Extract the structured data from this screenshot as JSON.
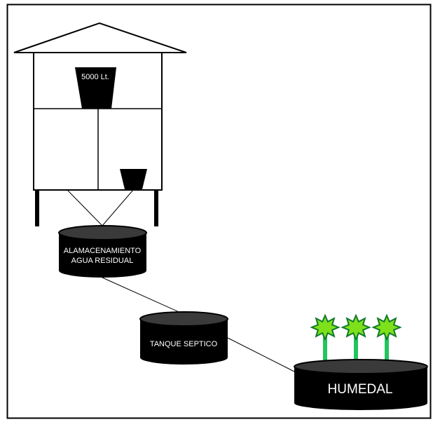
{
  "diagram": {
    "tank_label": "5000 Lt.",
    "storage_label_line1": "ALAMACENAMIENTO",
    "storage_label_line2": "AGUA RESIDUAL",
    "septic_label": "TANQUE SEPTICO",
    "wetland_label": "HUMEDAL",
    "colors": {
      "line": "#000000",
      "fill": "#000000",
      "cylinder_top": "#3a3a3a",
      "plant_stem": "#22c55e",
      "plant_flower": "#7ee01a",
      "text": "#ffffff"
    }
  }
}
